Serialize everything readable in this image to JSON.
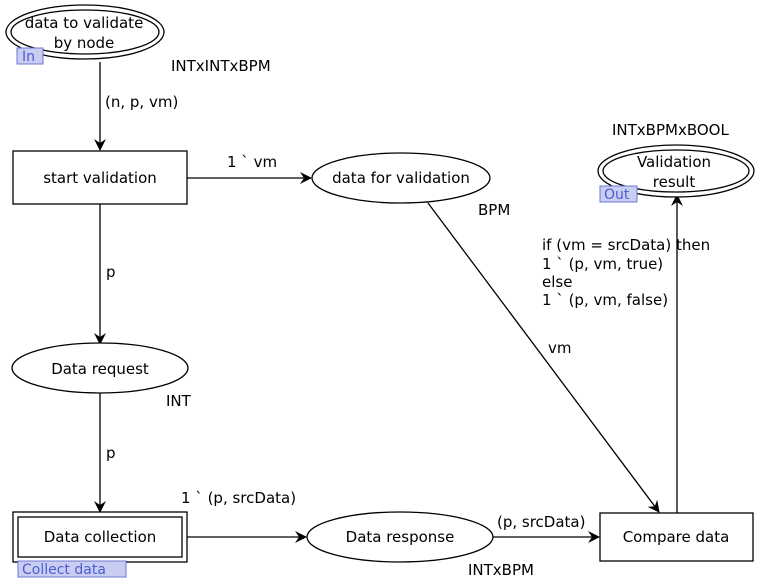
{
  "places": {
    "input": {
      "label_line1": "data to validate",
      "label_line2": "by node",
      "type": "INTxINTxBPM",
      "port": "In"
    },
    "data_for_validation": {
      "label": "data for validation",
      "type": "BPM"
    },
    "data_request": {
      "label": "Data request",
      "type": "INT"
    },
    "data_response": {
      "label": "Data response",
      "type": "INTxBPM"
    },
    "result": {
      "label_line1": "Validation",
      "label_line2": "result",
      "type": "INTxBPMxBOOL",
      "port": "Out"
    }
  },
  "transitions": {
    "start_validation": {
      "label": "start validation"
    },
    "data_collection": {
      "label": "Data collection",
      "subpage": "Collect data"
    },
    "compare_data": {
      "label": "Compare data"
    }
  },
  "arcs": {
    "input_to_start": "(n, p, vm)",
    "start_to_dfv": "1 ` vm",
    "start_to_request": "p",
    "request_to_collection": "p",
    "collection_to_response": "1 ` (p, srcData)",
    "response_to_compare": "(p, srcData)",
    "dfv_to_compare": "vm",
    "compare_to_result": {
      "line1": "if (vm = srcData) then",
      "line2": "1 ` (p, vm, true)",
      "line3": "else",
      "line4": "1 ` (p, vm, false)"
    }
  }
}
